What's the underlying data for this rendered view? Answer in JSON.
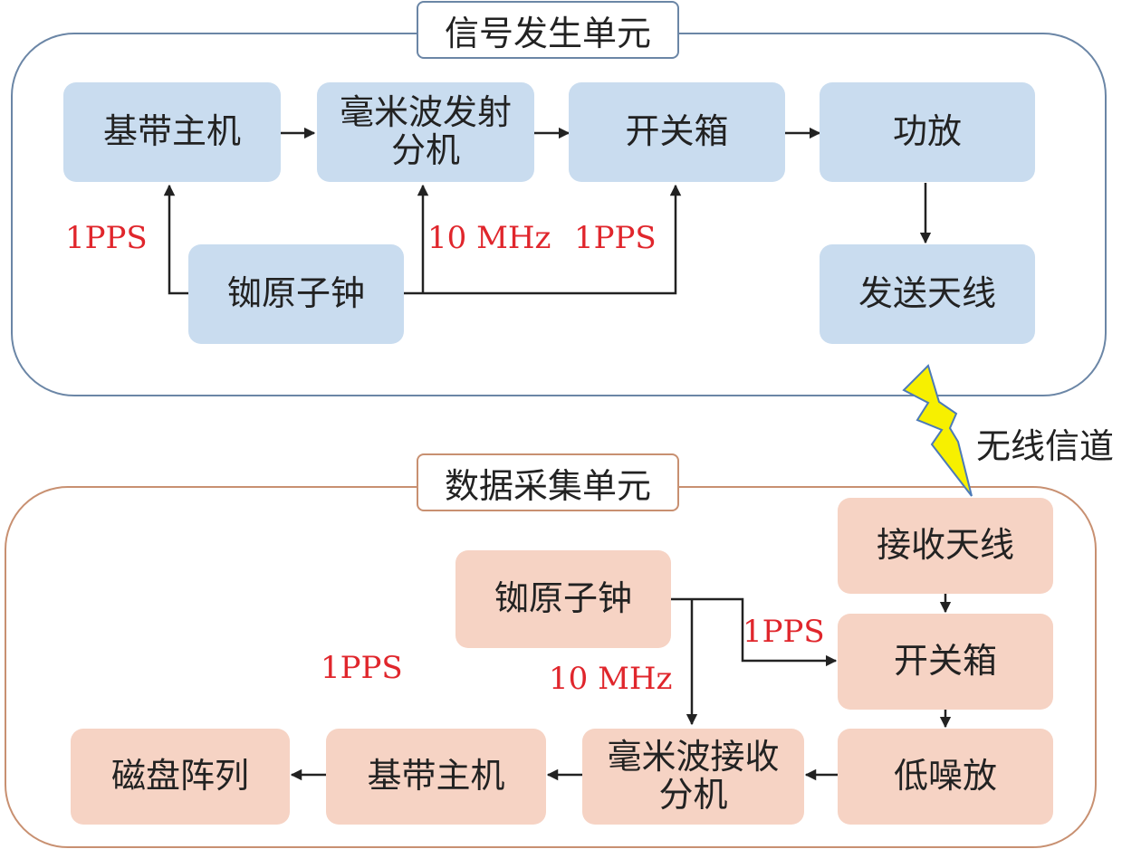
{
  "signal_unit": {
    "title": "信号发生单元",
    "baseband_host": "基带主机",
    "mmwave_tx": "毫米波发射\n分机",
    "switch_box": "开关箱",
    "power_amp": "功放",
    "rubidium_clock": "铷原子钟",
    "tx_antenna": "发送天线",
    "label_1pps_left": "1PPS",
    "label_10mhz": "10 MHz",
    "label_1pps_right": "1PPS"
  },
  "wireless_channel": "无线信道",
  "acquisition_unit": {
    "title": "数据采集单元",
    "rx_antenna": "接收天线",
    "rubidium_clock": "铷原子钟",
    "switch_box": "开关箱",
    "lna": "低噪放",
    "mmwave_rx": "毫米波接收\n分机",
    "baseband_host": "基带主机",
    "disk_array": "磁盘阵列",
    "label_1pps_right": "1PPS",
    "label_10mhz": "10 MHz",
    "label_1pps_left": "1PPS"
  },
  "colors": {
    "top_border": "#6b86a6",
    "bottom_border": "#c89071",
    "top_box_fill": "#c9dcef",
    "bottom_box_fill": "#f6d3c4",
    "signal_label": "#e0262c",
    "lightning": "#f7f000"
  }
}
